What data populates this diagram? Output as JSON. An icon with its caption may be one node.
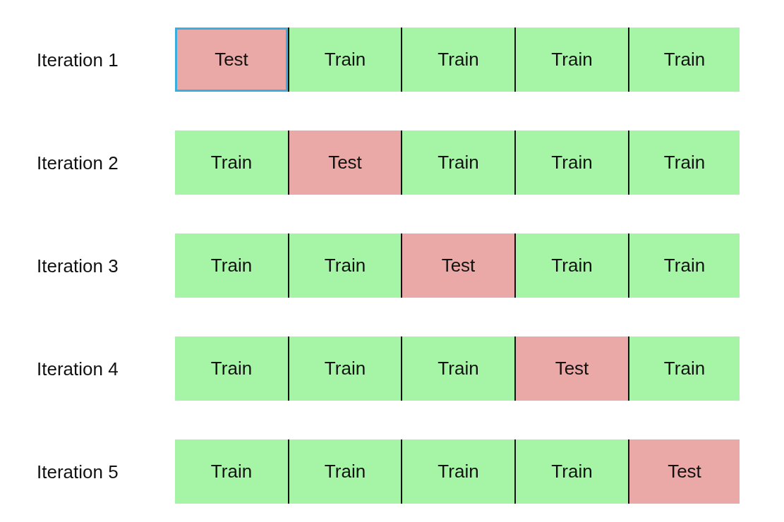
{
  "diagram": {
    "nodes": [
      {
        "text": [
          "Test"
        ]
      },
      {
        "text": [
          "Train"
        ]
      },
      {
        "text": [
          "Train"
        ]
      },
      {
        "text": [
          "Train"
        ]
      },
      {
        "text": [
          "Train"
        ]
      },
      {
        "text": [
          "Train"
        ]
      },
      {
        "text": [
          "Test"
        ]
      },
      {
        "text": [
          "Train"
        ]
      },
      {
        "text": [
          "Train"
        ]
      },
      {
        "text": [
          "Train"
        ]
      },
      {
        "text": [
          "Train"
        ]
      },
      {
        "text": [
          "Train"
        ]
      },
      {
        "text": [
          "Test"
        ]
      },
      {
        "text": [
          "Train"
        ]
      },
      {
        "text": [
          "Train"
        ]
      },
      {
        "text": [
          "Train"
        ]
      },
      {
        "text": [
          "Train"
        ]
      },
      {
        "text": [
          "Train"
        ]
      },
      {
        "text": [
          "Test"
        ]
      },
      {
        "text": [
          "Train"
        ]
      },
      {
        "text": [
          "Train"
        ]
      },
      {
        "text": [
          "Train"
        ]
      },
      {
        "text": [
          "Train"
        ]
      },
      {
        "text": [
          "Train"
        ]
      },
      {
        "text": [
          "Test"
        ]
      }
    ],
    "edges": [],
    "labels": [
      "Iteration 1",
      "Iteration 2",
      "Iteration 3",
      "Iteration 4",
      "Iteration 5"
    ]
  }
}
